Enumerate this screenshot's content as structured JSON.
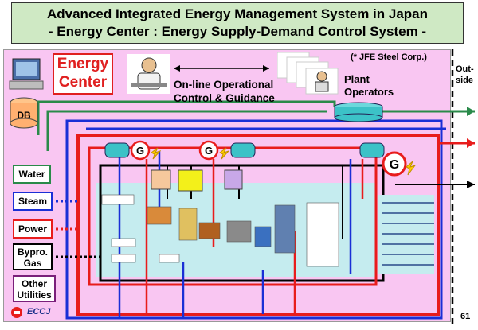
{
  "title": {
    "line1": "Advanced Integrated Energy Management System in Japan",
    "line2": "- Energy Center : Energy Supply-Demand Control System -"
  },
  "energy_center": {
    "line1": "Energy",
    "line2": "Center"
  },
  "credit": "(* JFE Steel Corp.)",
  "outside": {
    "line1": "Out-",
    "line2": "side"
  },
  "online": {
    "line1": "On-line Operational",
    "line2": "Control & Guidance"
  },
  "plant_operators": {
    "line1": "Plant",
    "line2": "Operators"
  },
  "db_label": "DB",
  "generator_label": "G",
  "utilities": {
    "water": "Water",
    "steam": "Steam",
    "power": "Power",
    "byprod_line1": "Bypro.",
    "byprod_line2": "Gas",
    "other_line1": "Other",
    "other_line2": "Utilities"
  },
  "footer": {
    "logo_text": "ECCJ",
    "page_number": "61"
  },
  "colors": {
    "power_line": "#e81c1c",
    "steam_line": "#1a2fd6",
    "water_line": "#2a8a4a",
    "gas_line": "#000000",
    "frame": "#f9c6f2",
    "title_bg": "#cfe9c4",
    "tank": "#3cc2c7",
    "plant_bg": "#c5ecef"
  },
  "icons": [
    "computer-icon",
    "database-icon",
    "operator-icon",
    "generator-icon",
    "lightning-icon",
    "tank-icon",
    "eccj-logo"
  ]
}
